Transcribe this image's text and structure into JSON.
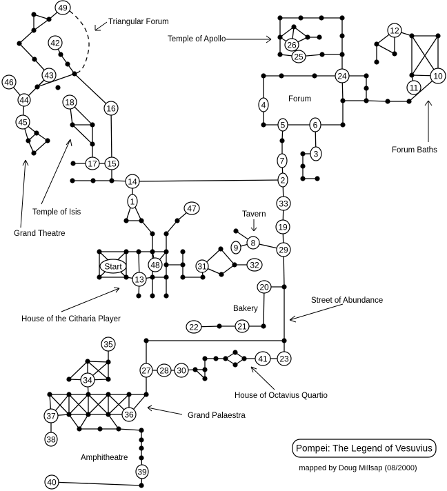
{
  "title": "Pompei:  The Legend of Vesuvius",
  "credit": "mapped by Doug Millsap (08/2000)",
  "colors": {
    "ink": "#000000",
    "background": "#ffffff"
  },
  "node_labels": [
    "1",
    "2",
    "3",
    "4",
    "5",
    "6",
    "7",
    "8",
    "9",
    "10",
    "11",
    "12",
    "13",
    "14",
    "15",
    "16",
    "17",
    "18",
    "19",
    "20",
    "21",
    "22",
    "23",
    "24",
    "25",
    "26",
    "27",
    "28",
    "29",
    "30",
    "31",
    "32",
    "33",
    "34",
    "35",
    "36",
    "37",
    "38",
    "39",
    "40",
    "41",
    "42",
    "43",
    "44",
    "45",
    "46",
    "47",
    "48",
    "49",
    "Start"
  ],
  "places": {
    "triangular_forum": "Triangular Forum",
    "temple_of_apollo": "Temple of Apollo",
    "forum": "Forum",
    "forum_baths": "Forum Baths",
    "temple_of_isis": "Temple of Isis",
    "grand_theatre": "Grand Theatre",
    "tavern": "Tavern",
    "bakery": "Bakery",
    "street_of_abundance": "Street of Abundance",
    "house_of_the_citharia_player": "House of the Citharia Player",
    "house_of_octavius_quartio": "House of Octavius Quartio",
    "grand_palaestra": "Grand Palaestra",
    "amphitheatre": "Amphitheatre"
  }
}
